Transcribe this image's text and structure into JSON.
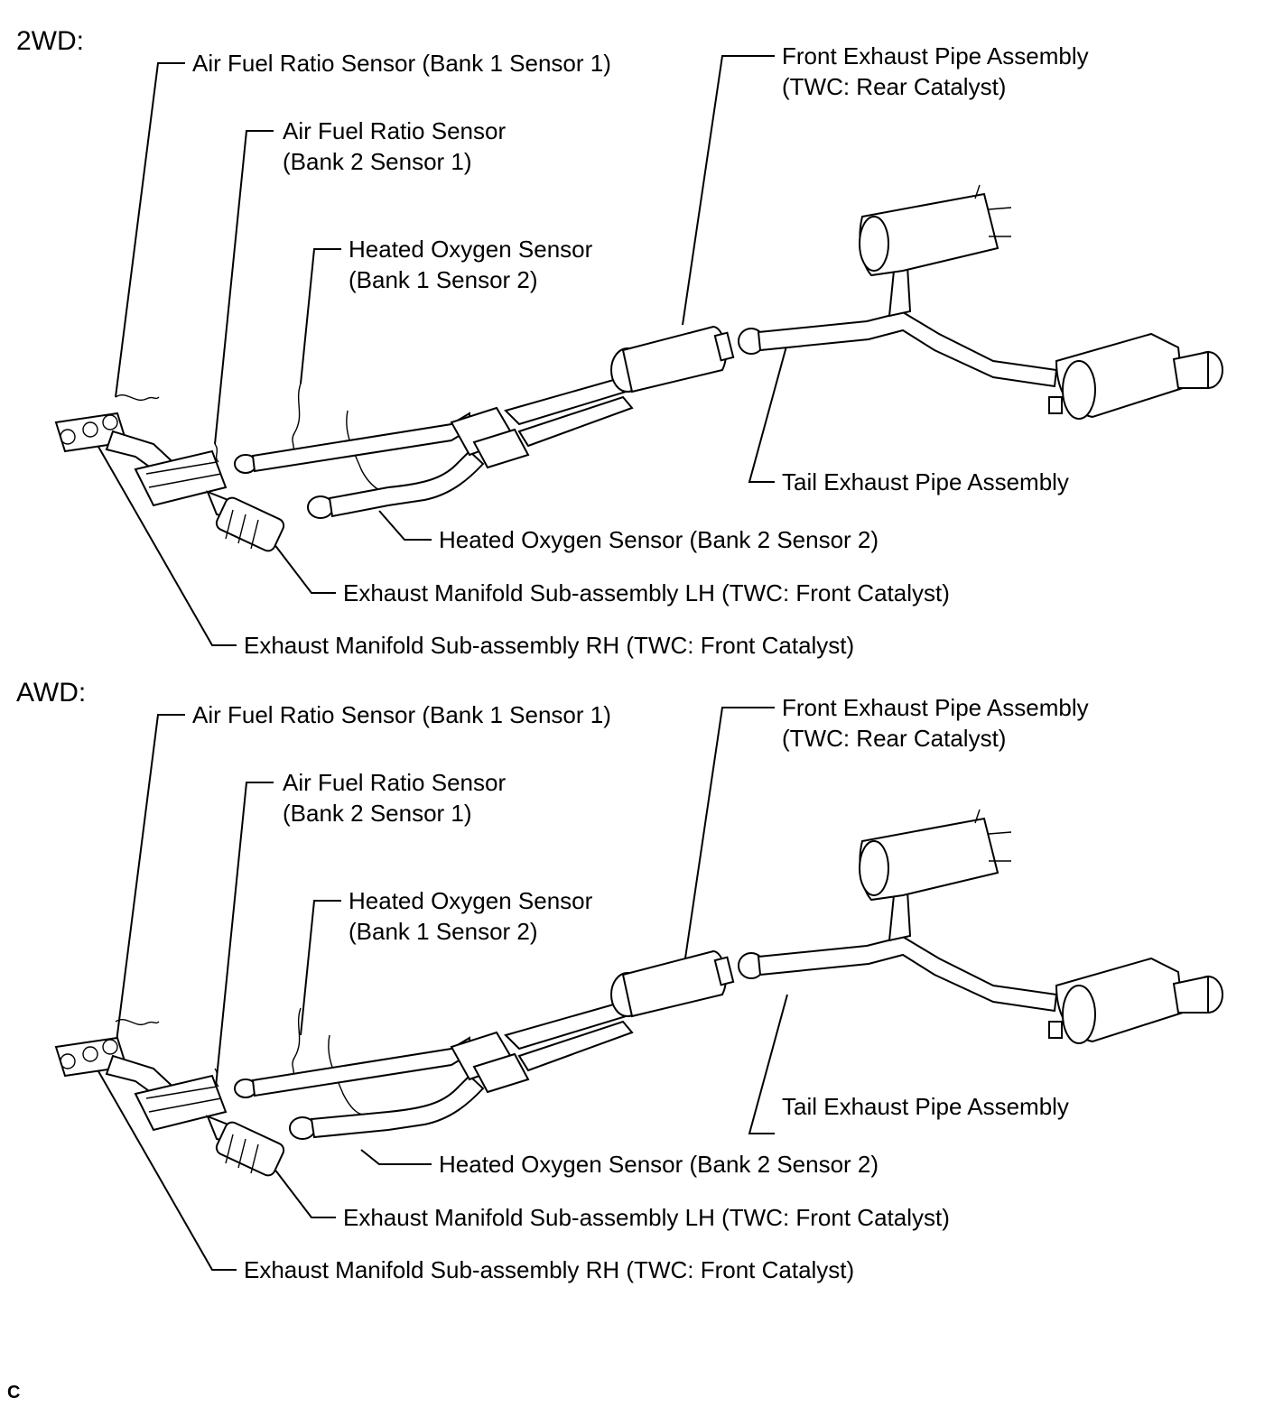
{
  "panels": [
    {
      "title": "2WD:",
      "labels": {
        "af_b1s1": "Air Fuel Ratio Sensor (Bank 1 Sensor 1)",
        "af_b2s1_l1": "Air Fuel Ratio Sensor",
        "af_b2s1_l2": "(Bank 2 Sensor 1)",
        "ho_b1s2_l1": "Heated Oxygen Sensor",
        "ho_b1s2_l2": "(Bank 1 Sensor 2)",
        "front_pipe_l1": "Front Exhaust Pipe Assembly",
        "front_pipe_l2": "(TWC: Rear Catalyst)",
        "tail_pipe": "Tail Exhaust Pipe Assembly",
        "ho_b2s2": "Heated Oxygen Sensor (Bank 2 Sensor 2)",
        "manifold_lh": "Exhaust Manifold Sub-assembly LH (TWC: Front Catalyst)",
        "manifold_rh": "Exhaust Manifold Sub-assembly RH (TWC: Front Catalyst)"
      }
    },
    {
      "title": "AWD:",
      "labels": {
        "af_b1s1": "Air Fuel Ratio Sensor (Bank 1 Sensor 1)",
        "af_b2s1_l1": "Air Fuel Ratio Sensor",
        "af_b2s1_l2": "(Bank 2 Sensor 1)",
        "ho_b1s2_l1": "Heated Oxygen Sensor",
        "ho_b1s2_l2": "(Bank 1 Sensor 2)",
        "front_pipe_l1": "Front Exhaust Pipe Assembly",
        "front_pipe_l2": "(TWC: Rear Catalyst)",
        "tail_pipe": "Tail Exhaust Pipe Assembly",
        "ho_b2s2": "Heated Oxygen Sensor (Bank 2 Sensor 2)",
        "manifold_lh": "Exhaust Manifold Sub-assembly LH (TWC: Front Catalyst)",
        "manifold_rh": "Exhaust Manifold Sub-assembly RH (TWC: Front Catalyst)"
      }
    }
  ],
  "footer_code": "C"
}
